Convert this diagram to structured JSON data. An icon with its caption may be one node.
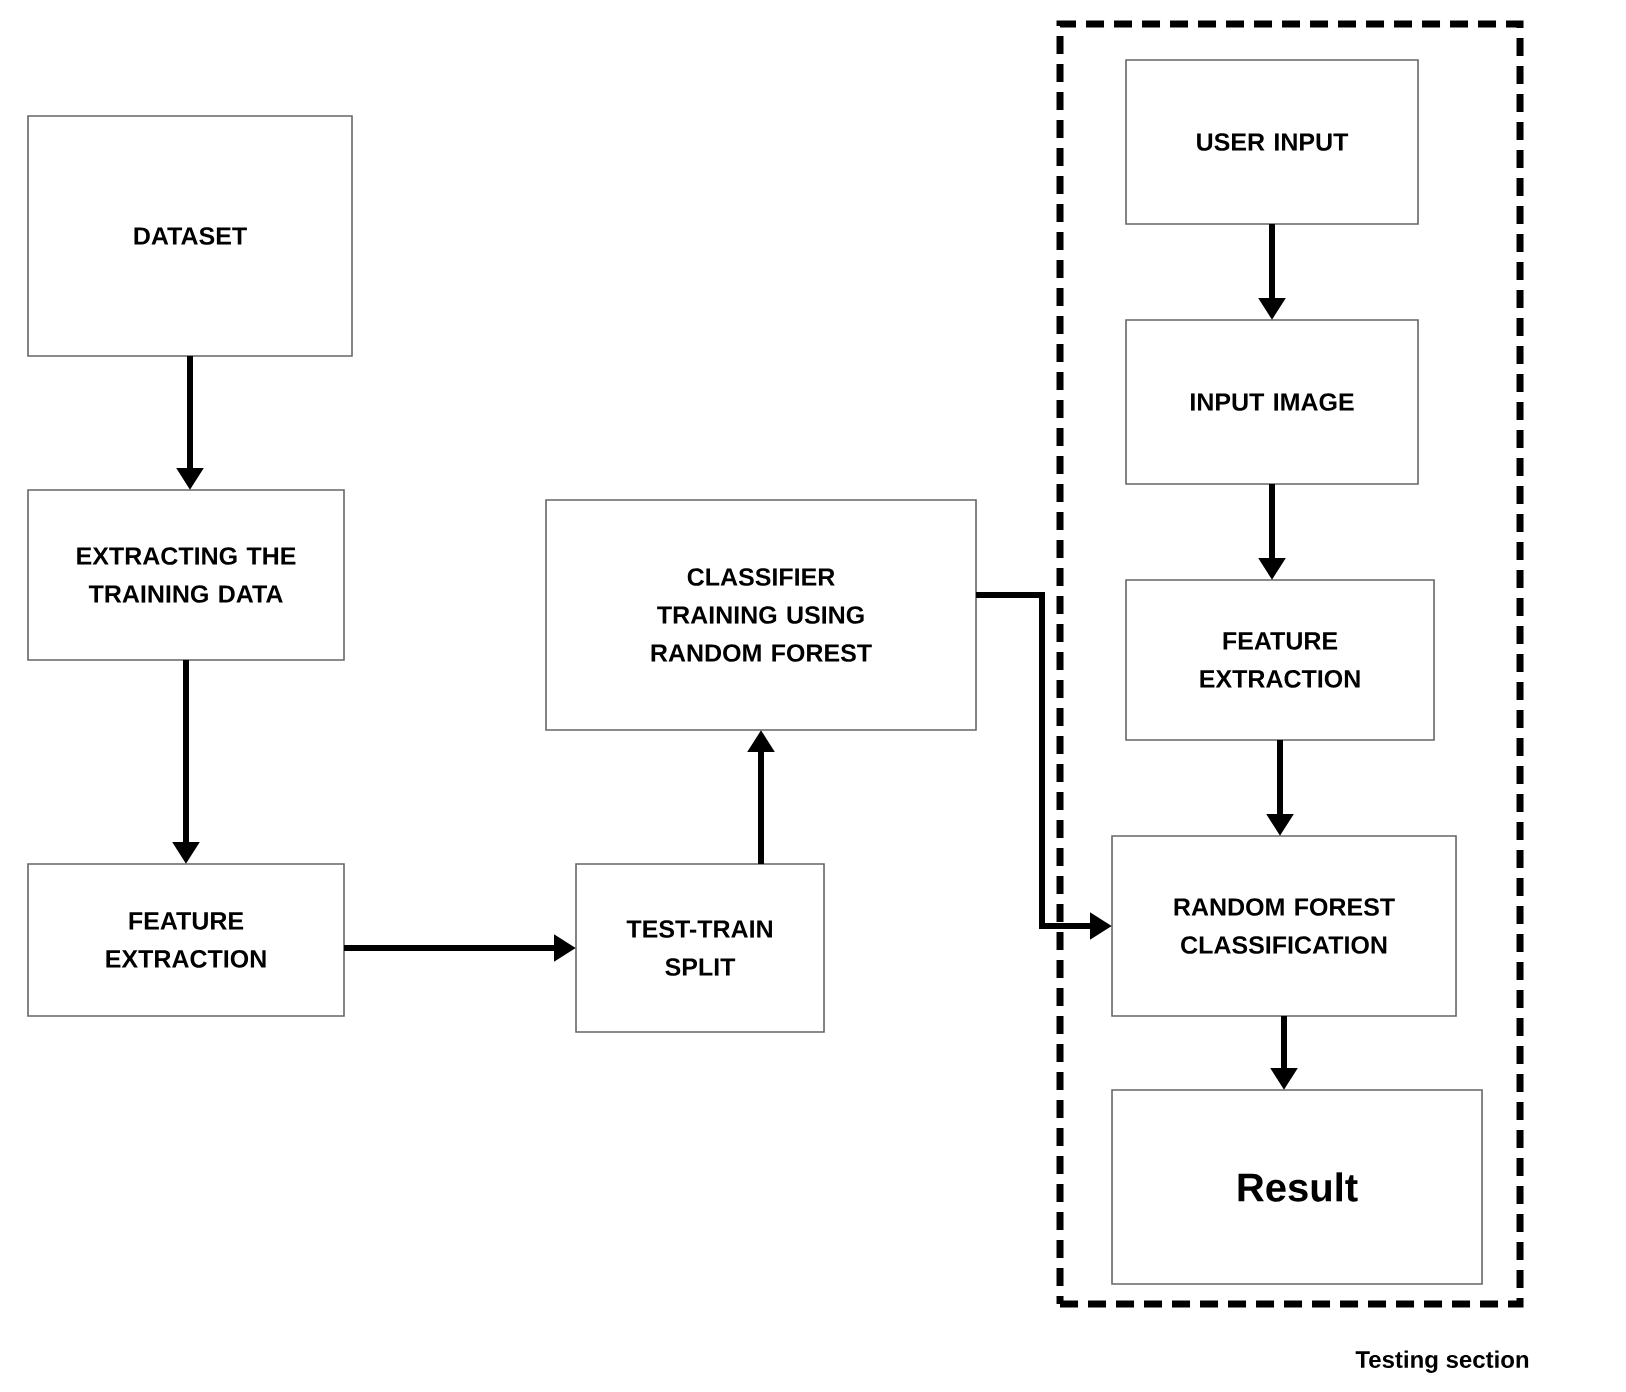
{
  "diagram": {
    "nodes": [
      {
        "text": [
          "Testing section"
        ]
      },
      {
        "text": [
          "DATASET"
        ]
      },
      {
        "text": [
          "EXTRACTING THE TRAINING DATA"
        ]
      },
      {
        "text": [
          "FEATURE EXTRACTION"
        ]
      },
      {
        "text": [
          "TEST-TRAIN SPLIT"
        ]
      },
      {
        "text": [
          "CLASSIFIER TRAINING USING RANDOM FOREST"
        ]
      },
      {
        "text": [
          "USER INPUT"
        ],
        "in": 0
      },
      {
        "text": [
          "INPUT IMAGE"
        ],
        "in": 0
      },
      {
        "text": [
          "FEATURE EXTRACTION"
        ],
        "in": 0
      },
      {
        "text": [
          "RANDOM FOREST CLASSIFICATION"
        ],
        "in": 0
      },
      {
        "text": [
          "Result"
        ],
        "in": 0
      }
    ],
    "edges": [
      {
        "from": 1,
        "to": 2,
        "arrow": "to"
      },
      {
        "from": 2,
        "to": 3,
        "arrow": "to"
      },
      {
        "from": 3,
        "to": 4,
        "arrow": "to"
      },
      {
        "from": 4,
        "to": 5,
        "arrow": "to"
      },
      {
        "from": 5,
        "to": 9,
        "arrow": "to"
      },
      {
        "from": 6,
        "to": 7,
        "arrow": "to"
      },
      {
        "from": 7,
        "to": 8,
        "arrow": "to"
      },
      {
        "from": 8,
        "to": 9,
        "arrow": "to"
      },
      {
        "from": 9,
        "to": 10,
        "arrow": "to"
      }
    ]
  }
}
